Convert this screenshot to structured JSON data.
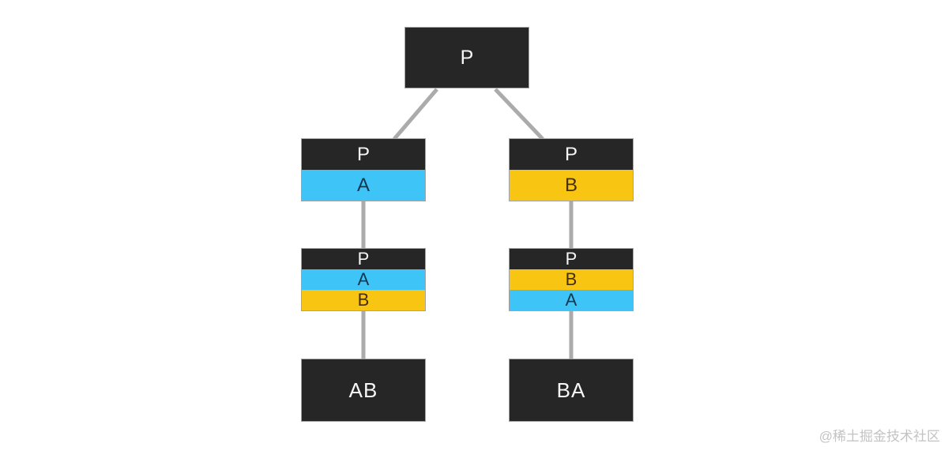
{
  "page": {
    "background": "#ffffff",
    "watermark": "@稀土掘金技术社区"
  },
  "colors": {
    "node_dark": "#262626",
    "layer_blue": "#3ec4f6",
    "layer_yellow": "#f9c513",
    "connector_gray": "#ababab",
    "text_light": "#f7f7f7",
    "text_on_blue": "#14374f",
    "text_on_yellow": "#462f03",
    "watermark_gray": "#c3c3c3"
  },
  "tree": {
    "root": {
      "label": "P"
    },
    "left_branch": {
      "step1": {
        "layers": [
          {
            "label": "P"
          },
          {
            "label": "A"
          }
        ]
      },
      "step2": {
        "layers": [
          {
            "label": "P"
          },
          {
            "label": "A"
          },
          {
            "label": "B"
          }
        ]
      },
      "result": {
        "label": "AB"
      }
    },
    "right_branch": {
      "step1": {
        "layers": [
          {
            "label": "P"
          },
          {
            "label": "B"
          }
        ]
      },
      "step2": {
        "layers": [
          {
            "label": "P"
          },
          {
            "label": "B"
          },
          {
            "label": "A"
          }
        ]
      },
      "result": {
        "label": "BA"
      }
    }
  }
}
